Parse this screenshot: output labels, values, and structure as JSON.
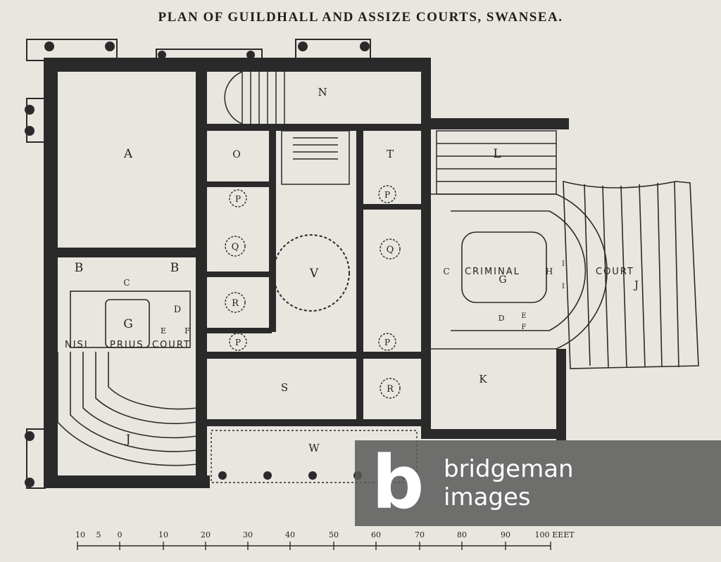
{
  "title": "PLAN OF GUILDHALL AND ASSIZE COURTS, SWANSEA.",
  "rooms": {
    "A": "A",
    "B1": "B",
    "B2": "B",
    "C_left": "C",
    "D_left": "D",
    "E_left": "E",
    "F_left": "F",
    "G_left": "G",
    "J_left": "J",
    "N": "N",
    "O": "O",
    "T": "T",
    "L": "L",
    "P1": "P",
    "P2": "P",
    "P3": "P",
    "P4": "P",
    "Q1": "Q",
    "Q2": "Q",
    "R1": "R",
    "R2": "R",
    "V": "V",
    "S": "S",
    "W": "W",
    "K": "K",
    "C_right": "C",
    "G_right": "G",
    "D_right": "D",
    "E_right": "E",
    "F_right": "F",
    "H": "H",
    "I1": "I",
    "I2": "I",
    "J_right": "J"
  },
  "words": {
    "nisi": "NISI",
    "prius": "PRIUS",
    "court_left": "COURT",
    "criminal": "CRIMINAL",
    "court_right": "COURT"
  },
  "scale": {
    "ticks": [
      "10",
      "5",
      "0",
      "10",
      "20",
      "30",
      "40",
      "50",
      "60",
      "70",
      "80",
      "90",
      "100"
    ],
    "unit": "EEET"
  },
  "watermark": {
    "mark": "b",
    "line1": "bridgeman",
    "line2": "images"
  }
}
